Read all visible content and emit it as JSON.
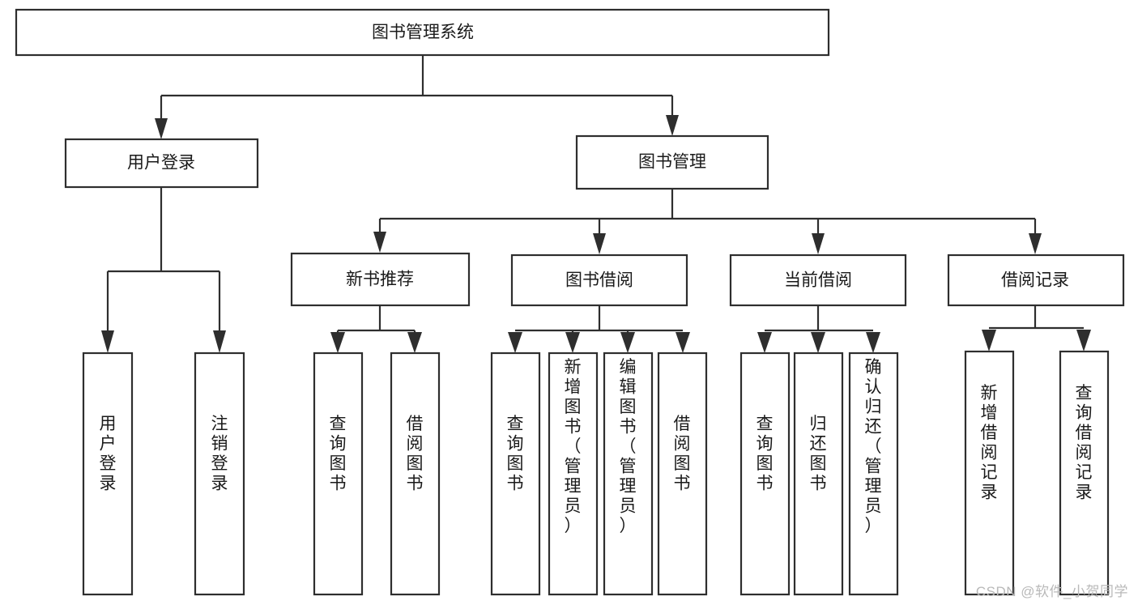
{
  "diagram": {
    "type": "tree-hierarchy-chart",
    "title": "图书管理系统",
    "watermark": "CSDN @软件_小贺同学",
    "colors": {
      "stroke": "#2e2e2e",
      "fill": "#ffffff",
      "text": "#1a1a1a",
      "watermark": "#b9b9b9"
    },
    "levels": {
      "level1": [
        {
          "id": "root",
          "label": "图书管理系统"
        }
      ],
      "level2": [
        {
          "id": "user-login",
          "label": "用户登录",
          "parent": "root"
        },
        {
          "id": "book-management",
          "label": "图书管理",
          "parent": "root"
        }
      ],
      "level3": [
        {
          "id": "new-book-recommend",
          "label": "新书推荐",
          "parent": "book-management"
        },
        {
          "id": "book-borrow",
          "label": "图书借阅",
          "parent": "book-management"
        },
        {
          "id": "current-borrow",
          "label": "当前借阅",
          "parent": "book-management"
        },
        {
          "id": "borrow-record",
          "label": "借阅记录",
          "parent": "book-management"
        }
      ],
      "leaves": [
        {
          "id": "leaf-user-login",
          "label": "用户登录",
          "parent": "user-login"
        },
        {
          "id": "leaf-logout",
          "label": "注销登录",
          "parent": "user-login"
        },
        {
          "id": "leaf-query-book-1",
          "label": "查询图书",
          "parent": "new-book-recommend"
        },
        {
          "id": "leaf-borrow-book-1",
          "label": "借阅图书",
          "parent": "new-book-recommend"
        },
        {
          "id": "leaf-query-book-2",
          "label": "查询图书",
          "parent": "book-borrow"
        },
        {
          "id": "leaf-add-book",
          "label": "新增图书（管理员）",
          "parent": "book-borrow"
        },
        {
          "id": "leaf-edit-book",
          "label": "编辑图书（管理员）",
          "parent": "book-borrow"
        },
        {
          "id": "leaf-borrow-book-2",
          "label": "借阅图书",
          "parent": "book-borrow"
        },
        {
          "id": "leaf-query-book-3",
          "label": "查询图书",
          "parent": "current-borrow"
        },
        {
          "id": "leaf-return-book",
          "label": "归还图书",
          "parent": "current-borrow"
        },
        {
          "id": "leaf-confirm-return",
          "label": "确认归还（管理员）",
          "parent": "current-borrow"
        },
        {
          "id": "leaf-add-record",
          "label": "新增借阅记录",
          "parent": "borrow-record"
        },
        {
          "id": "leaf-query-record",
          "label": "查询借阅记录",
          "parent": "borrow-record"
        }
      ]
    }
  }
}
